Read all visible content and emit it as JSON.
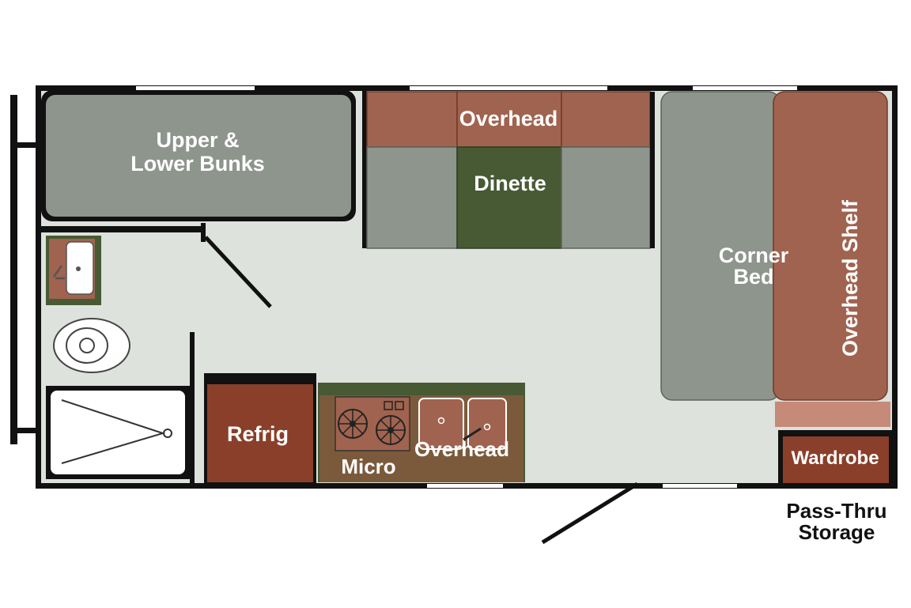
{
  "colors": {
    "floor": "#dde2dc",
    "wall": "#111111",
    "gray_fill": "#8e958d",
    "brown": "#a0634f",
    "dark_brown": "#8a3f2a",
    "dark_green": "#475a34",
    "counter": "#7b5a3c",
    "white": "#ffffff"
  },
  "labels": {
    "bunks_line1": "Upper &",
    "bunks_line2": "Lower Bunks",
    "overhead_top": "Overhead",
    "dinette": "Dinette",
    "corner_bed_line1": "Corner",
    "corner_bed_line2": "Bed",
    "overhead_shelf": "Overhead Shelf",
    "refrig": "Refrig",
    "micro": "Micro",
    "overhead_kitchen": "Overhead",
    "wardrobe": "Wardrobe",
    "pass_thru_line1": "Pass-Thru",
    "pass_thru_line2": "Storage"
  }
}
